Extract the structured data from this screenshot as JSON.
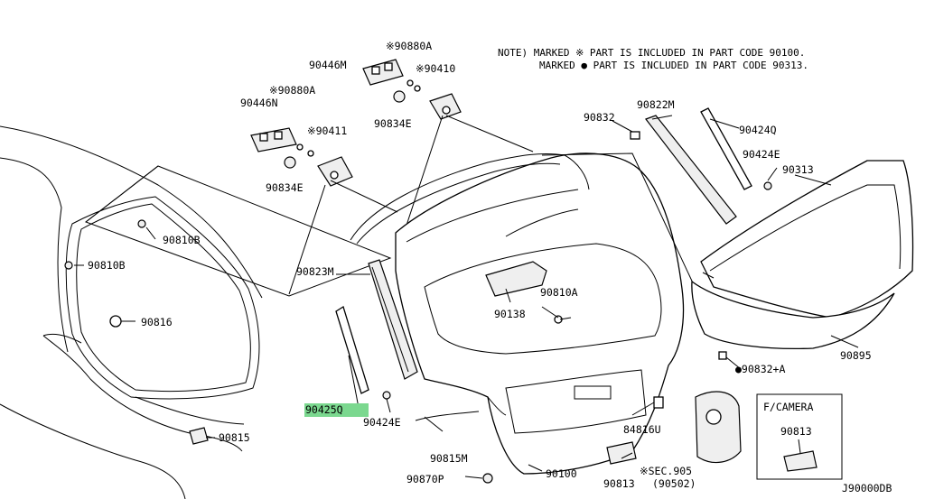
{
  "note": {
    "line1": "NOTE) MARKED ※ PART IS INCLUDED IN PART CODE 90100.",
    "line2": "MARKED ● PART IS INCLUDED IN PART CODE 90313."
  },
  "labels": {
    "p90880A_top": "※90880A",
    "p90446M": "90446M",
    "p90410": "※90410",
    "p90834E_top": "90834E",
    "p90880A_left": "※90880A",
    "p90446N": "90446N",
    "p90411": "※90411",
    "p90834E_left": "90834E",
    "p90822M": "90822M",
    "p90832": "90832",
    "p90424Q": "90424Q",
    "p90424E_right": "90424E",
    "p90313": "90313",
    "p90810B_a": "90810B",
    "p90810B_b": "90810B",
    "p90816": "90816",
    "p90815": "90815",
    "p90823M": "90823M",
    "p90138": "90138",
    "p90810A": "90810A",
    "p90425Q": "90425Q",
    "p90424E_bottom": "90424E",
    "p90815M": "90815M",
    "p90870P": "90870P",
    "p90100": "90100",
    "p84816U": "84816U",
    "p90813_bottom": "90813",
    "sec905": "※SEC.905",
    "sec905_sub": "(90502)",
    "p90832A": "●90832+A",
    "p90895": "90895",
    "camera_title": "F/CAMERA",
    "camera_part": "90813",
    "diagram_code": "J90000DB"
  },
  "highlight_color": "#7bd88f"
}
